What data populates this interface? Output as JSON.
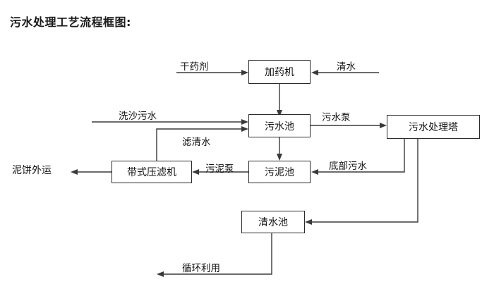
{
  "title": "污水处理工艺流程框图:",
  "nodes": {
    "dosing_machine": "加药机",
    "wastewater_pool": "污水池",
    "treatment_tower": "污水处理塔",
    "sludge_pool": "污泥池",
    "belt_filter_press": "带式压滤机",
    "clean_water_pool": "清水池"
  },
  "edge_labels": {
    "dry_chemical": "干药剂",
    "clean_water_in": "清水",
    "sand_wash_wastewater": "洗沙污水",
    "filtered_clear_water": "滤清水",
    "wastewater_pump": "污水泵",
    "bottom_wastewater": "底部污水",
    "sludge_pump": "污泥泵",
    "mud_cake_out": "泥饼外运",
    "recycle_reuse": "循环利用"
  },
  "colors": {
    "line": "#3a3a3a",
    "box_border": "#2b2b2b",
    "text": "#111111",
    "background": "#ffffff"
  }
}
